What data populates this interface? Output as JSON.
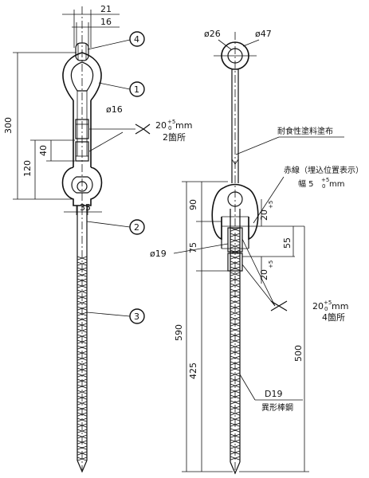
{
  "left_view": {
    "dims": {
      "w21": "21",
      "w16": "16",
      "h300": "300",
      "h40": "40",
      "h120": "120",
      "w35": "35",
      "dia16": "ø16"
    },
    "bubbles": [
      "4",
      "1",
      "2",
      "3"
    ],
    "weld_note": {
      "size": "20",
      "tol_up": "+5",
      "tol_down": "0",
      "unit": "mm",
      "count": "2箇所"
    }
  },
  "right_view": {
    "dims": {
      "dia26": "ø26",
      "dia47": "ø47",
      "h90": "90",
      "h75": "75",
      "h590": "590",
      "h425": "425",
      "h500": "500",
      "h55": "55",
      "h20a": "20",
      "h20b": "20",
      "dia19": "ø19",
      "tol_up": "+5",
      "tol_down": "0"
    },
    "notes": {
      "coating": "耐食性塗料塗布",
      "red_line": "赤線（埋込位置表示）",
      "width_prefix": "幅 5",
      "width_unit": "mm",
      "d19": "D19",
      "d19_desc": "異形棒鋼"
    },
    "weld_note": {
      "size": "20",
      "tol_up": "+5",
      "tol_down": "0",
      "unit": "mm",
      "count": "4箇所"
    }
  }
}
